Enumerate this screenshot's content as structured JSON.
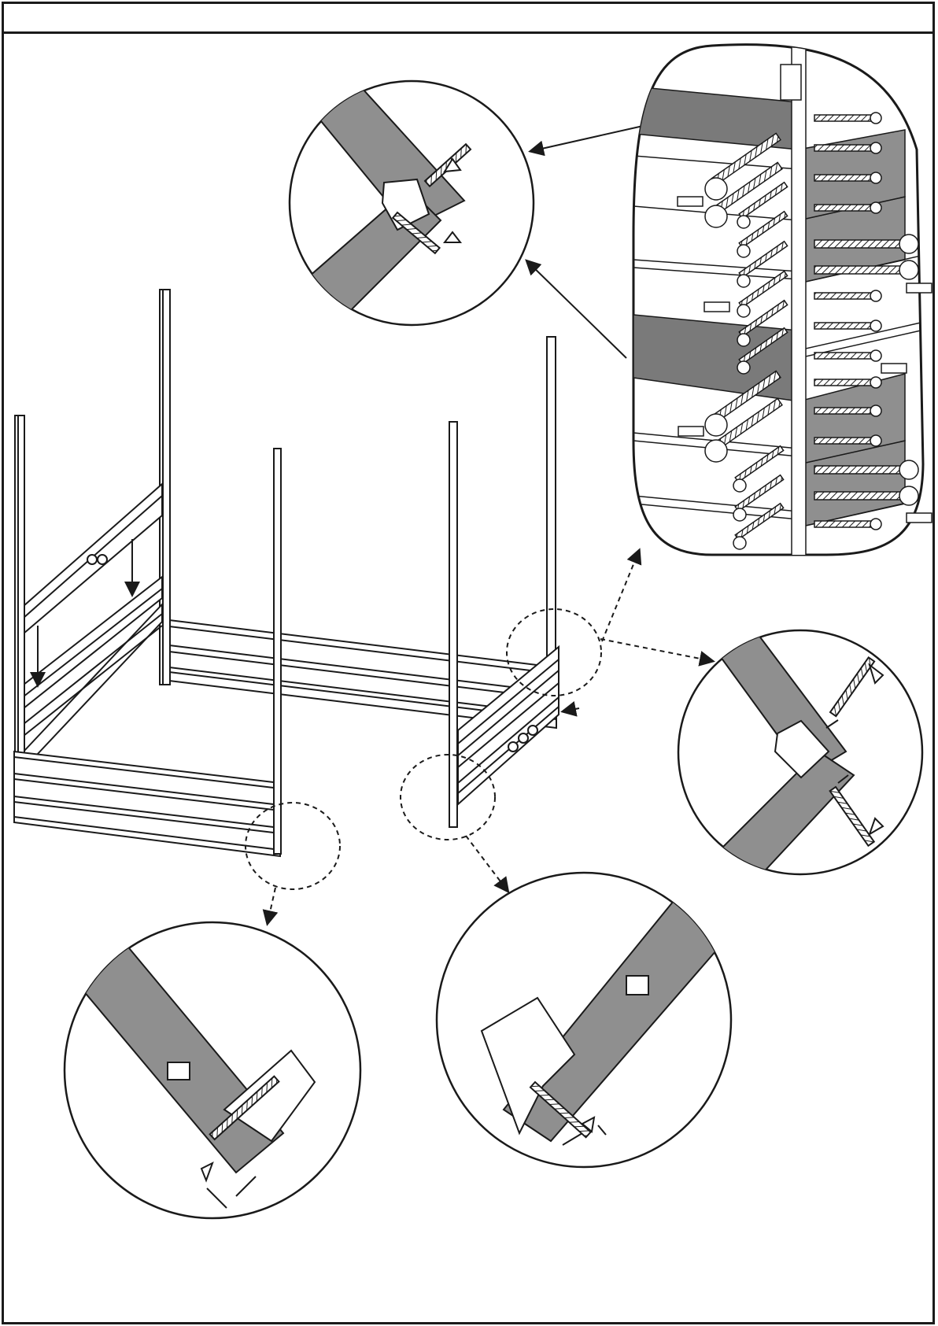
{
  "page": {
    "header_text": "",
    "colors": {
      "ink": "#1a1a1a",
      "panel_gray": "#8f8f8f",
      "dark_gray": "#7a7a7a",
      "paper": "#ffffff"
    }
  },
  "figure": {
    "components": [
      "header-band",
      "main-assembly",
      "detail-corner-top",
      "detail-screws-column",
      "detail-corner-right",
      "detail-bottom-left",
      "detail-bottom-center"
    ]
  }
}
